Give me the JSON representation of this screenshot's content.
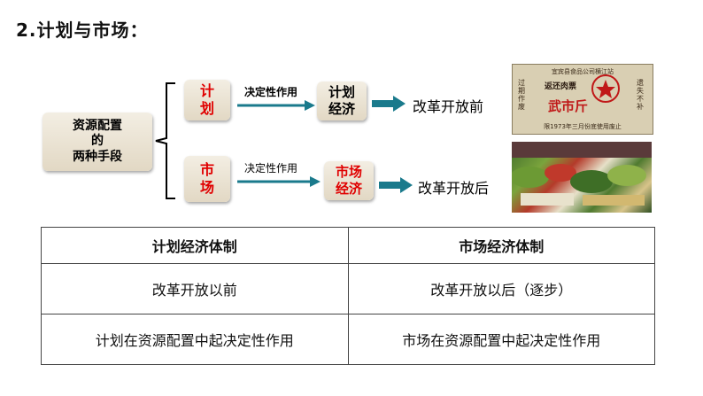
{
  "title": "2.计划与市场：",
  "main_box": [
    "资源配置",
    "的",
    "两种手段"
  ],
  "plan": {
    "label_1": "计",
    "label_2": "划",
    "action": "决定性作用",
    "result_1": "计划",
    "result_2": "经济",
    "era": "改革开放前"
  },
  "market": {
    "label_1": "市",
    "label_2": "场",
    "action": "决定性作用",
    "result_1": "市场",
    "result_2": "经济",
    "era": "改革开放后"
  },
  "coupon": {
    "issuer": "宜宾县食品公司横江站",
    "heading": "返还肉票",
    "stamp": "武市斤",
    "left_note": "过期作废",
    "right_note": "遗失不补",
    "date": "限1973年三月份底使用废止"
  },
  "table": {
    "headers": [
      "计划经济体制",
      "市场经济体制"
    ],
    "rows": [
      [
        "改革开放以前",
        "改革开放以后（逐步）"
      ],
      [
        "计划在资源配置中起决定性作用",
        "市场在资源配置中起决定性作用"
      ]
    ]
  },
  "colors": {
    "accent_red": "#e00000",
    "arrow_teal": "#1a7a8c",
    "box_bg": "#ebe3d2"
  }
}
